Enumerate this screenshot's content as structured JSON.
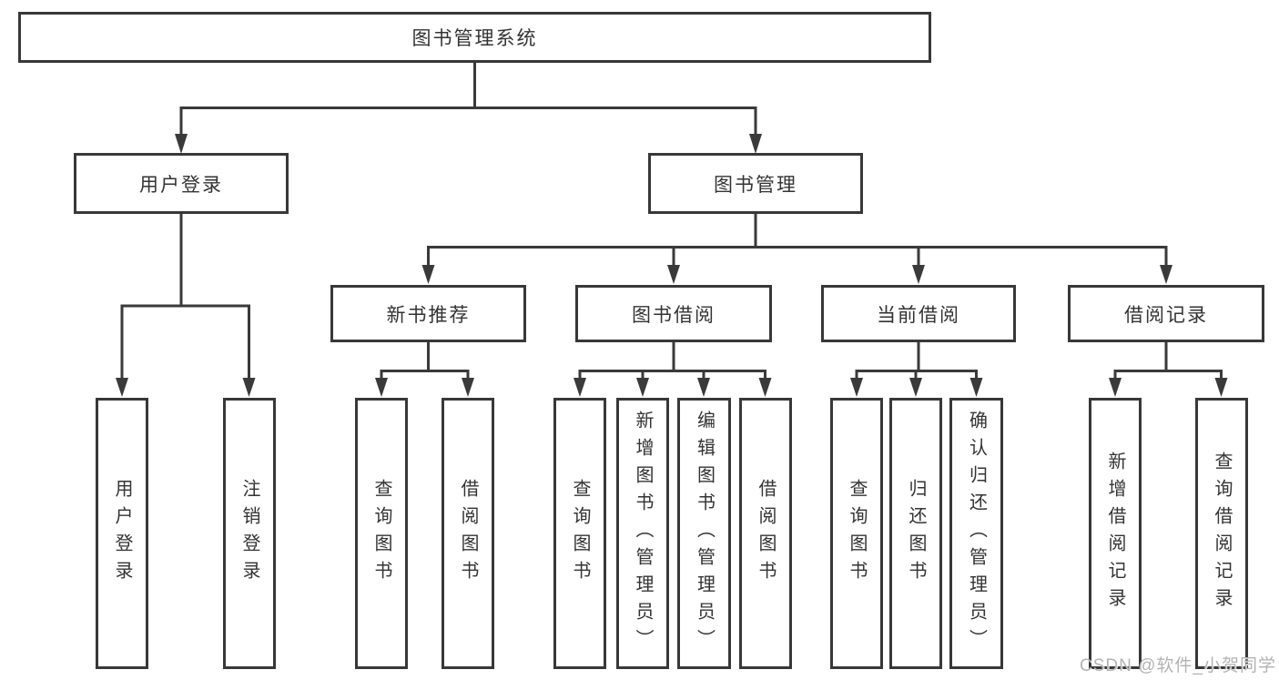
{
  "diagram_title": "图书管理系统",
  "colors": {
    "line": "#3a3a3a",
    "box_border": "#383838",
    "text": "#333333",
    "watermark": "#b3b3b3",
    "background": "#ffffff"
  },
  "tree": {
    "root": {
      "label": "图书管理系统"
    },
    "branches": [
      {
        "label": "用户登录",
        "children": [
          {
            "label": "用户登录"
          },
          {
            "label": "注销登录"
          }
        ]
      },
      {
        "label": "图书管理",
        "children": [
          {
            "label": "新书推荐",
            "children": [
              {
                "label": "查询图书"
              },
              {
                "label": "借阅图书"
              }
            ]
          },
          {
            "label": "图书借阅",
            "children": [
              {
                "label": "查询图书"
              },
              {
                "label": "新增图书（管理员）"
              },
              {
                "label": "编辑图书（管理员）"
              },
              {
                "label": "借阅图书"
              }
            ]
          },
          {
            "label": "当前借阅",
            "children": [
              {
                "label": "查询图书"
              },
              {
                "label": "归还图书"
              },
              {
                "label": "确认归还（管理员）"
              }
            ]
          },
          {
            "label": "借阅记录",
            "children": [
              {
                "label": "新增借阅记录"
              },
              {
                "label": "查询借阅记录"
              }
            ]
          }
        ]
      }
    ]
  },
  "watermark": {
    "text": "CSDN @软件_小贺同学"
  }
}
